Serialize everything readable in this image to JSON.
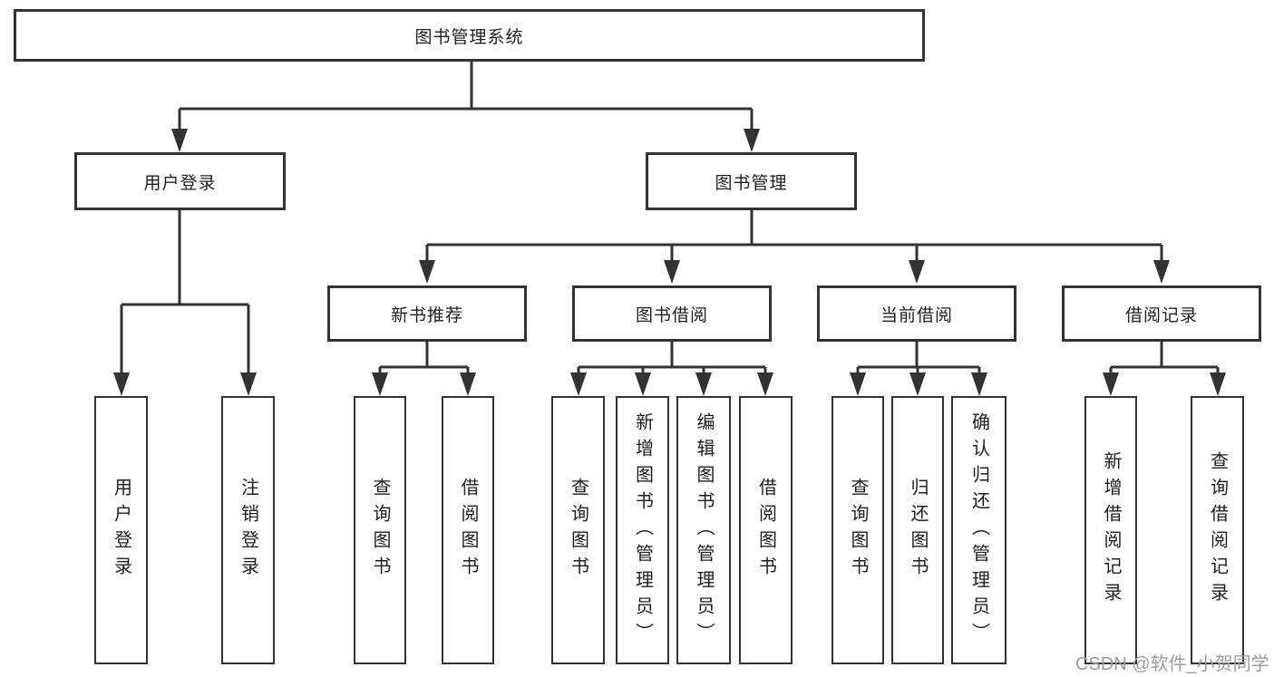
{
  "colors": {
    "line": "#333333",
    "text": "#1f1f1f",
    "box_background": "#ffffff",
    "watermark": "#9d9d9d",
    "page_background": "#ffffff"
  },
  "tree": {
    "root": {
      "label": "图书管理系统",
      "children": [
        {
          "label": "用户登录",
          "children": [
            {
              "label": "用户登录"
            },
            {
              "label": "注销登录"
            }
          ]
        },
        {
          "label": "图书管理",
          "children": [
            {
              "label": "新书推荐",
              "children": [
                {
                  "label": "查询图书"
                },
                {
                  "label": "借阅图书"
                }
              ]
            },
            {
              "label": "图书借阅",
              "children": [
                {
                  "label": "查询图书"
                },
                {
                  "label": "新增图书（管理员）"
                },
                {
                  "label": "编辑图书（管理员）"
                },
                {
                  "label": "借阅图书"
                }
              ]
            },
            {
              "label": "当前借阅",
              "children": [
                {
                  "label": "查询图书"
                },
                {
                  "label": "归还图书"
                },
                {
                  "label": "确认归还（管理员）"
                }
              ]
            },
            {
              "label": "借阅记录",
              "children": [
                {
                  "label": "新增借阅记录"
                },
                {
                  "label": "查询借阅记录"
                }
              ]
            }
          ]
        }
      ]
    }
  },
  "watermark": {
    "text": "CSDN @软件_小贺同学"
  }
}
